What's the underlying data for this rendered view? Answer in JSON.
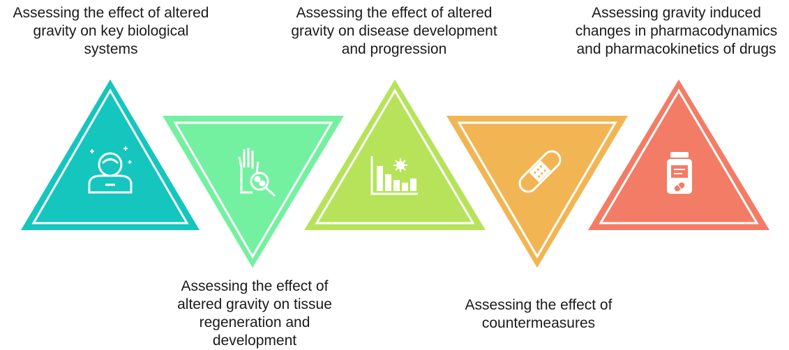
{
  "colors": {
    "teal": "#14c6bd",
    "green": "#74f0a1",
    "lime": "#b6e35a",
    "orange": "#f2b553",
    "coral": "#f27c66"
  },
  "steps": [
    {
      "caption": "Assessing the effect of altered\ngravity on key biological\nsystems",
      "icon": "astronaut-icon",
      "color": "teal",
      "orientation": "up"
    },
    {
      "caption": "Assessing the effect of\naltered gravity on tissue\nregeneration and\ndevelopment",
      "icon": "glove-magnifier-cell-icon",
      "color": "green",
      "orientation": "down"
    },
    {
      "caption": "Assessing the effect of altered\ngravity on disease development\nand progression",
      "icon": "bar-chart-virus-icon",
      "color": "lime",
      "orientation": "up"
    },
    {
      "caption": "Assessing the effect of\ncountermeasures",
      "icon": "bandage-icon",
      "color": "orange",
      "orientation": "down"
    },
    {
      "caption": "Assessing gravity induced\nchanges in pharmacodynamics\nand pharmacokinetics of drugs",
      "icon": "pill-bottle-icon",
      "color": "coral",
      "orientation": "up"
    }
  ]
}
